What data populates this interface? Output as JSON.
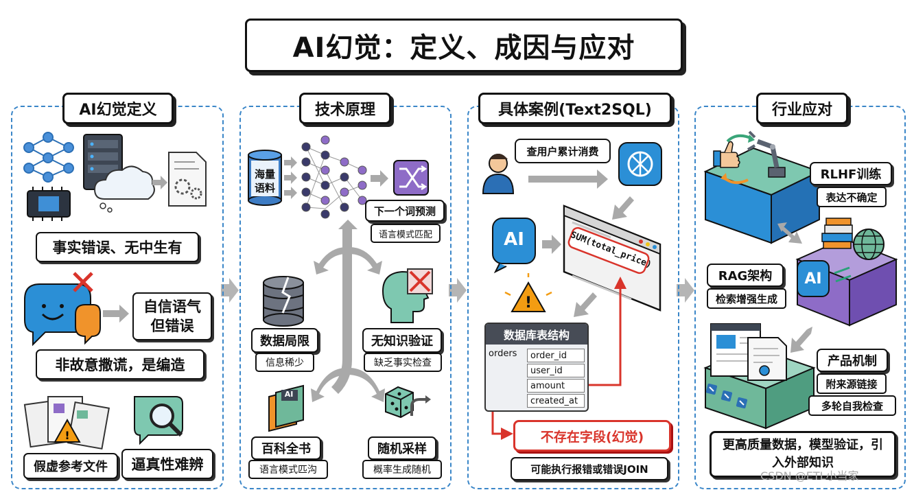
{
  "title": "AI幻觉：定义、成因与应对",
  "colors": {
    "panel_border": "#3a86c8",
    "accent_red": "#d9342b",
    "arrow_gray": "#a9a9a9",
    "ai_blue": "#2b8fd6",
    "purple": "#8e6cc7",
    "green": "#6fb89a"
  },
  "definition": {
    "header": "AI幻觉定义",
    "fact_error": "事实错误、无中生有",
    "confident_wrong": "自信语气\n但错误",
    "fabrication": "非故意撒谎，是编造",
    "fake_refs": "假虚参考文件",
    "hard_to_tell": "逼真性难辨",
    "icons": [
      "neural-network-icon",
      "server-icon",
      "cloud-icon",
      "document-gear-icon",
      "chip-icon",
      "chat-bubble-icon",
      "fake-documents-icon",
      "magnifier-icon"
    ]
  },
  "principle": {
    "header": "技术原理",
    "corpus": "海量\n语料",
    "next_token": "下一个词预测",
    "pattern_match": "语言模式匹配",
    "data_limit": "数据局限",
    "info_scarce": "信息稀少",
    "no_verification": "无知识验证",
    "lack_fact_check": "缺乏事实检查",
    "encyclopedia": "百科全书",
    "pattern_collage": "语言模式匹沟",
    "random_sampling": "随机采样",
    "prob_random": "概率生成随机",
    "book_ai": "AI",
    "icons": [
      "database-icon",
      "neural-network-icon",
      "shuffle-icon",
      "cracked-database-icon",
      "head-cross-icon",
      "encyclopedia-icon",
      "dice-icon"
    ]
  },
  "case": {
    "header": "具体案例(Text2SQL)",
    "query": "查用户累计消费",
    "ai_badge": "AI",
    "sql_snippet": "SUM(total_price)",
    "schema_title": "数据库表结构",
    "table_name": "orders",
    "columns": [
      "order_id",
      "user_id",
      "amount",
      "created_at"
    ],
    "not_exist": "不存在字段(幻觉)",
    "result": "可能执行报错或错误JOIN",
    "icons": [
      "user-icon",
      "openai-icon",
      "ai-icon",
      "sql-window-icon",
      "warning-icon"
    ]
  },
  "response": {
    "header": "行业应对",
    "rlhf": "RLHF训练",
    "rlhf_sub": "表达不确定",
    "rag": "RAG架构",
    "rag_sub": "检索增强生成",
    "product": "产品机制",
    "product_sub1": "附来源链接",
    "product_sub2": "多轮自我检查",
    "better_data": "更高质量数据，模型验证，引入外部知识",
    "ai_badge": "AI",
    "icons": [
      "robot-arm-icon",
      "thumbs-up-icon",
      "books-icon",
      "globe-icon",
      "web-page-icon",
      "certificate-icon",
      "link-icon"
    ]
  },
  "watermark": "CSDN @ETL小当家"
}
